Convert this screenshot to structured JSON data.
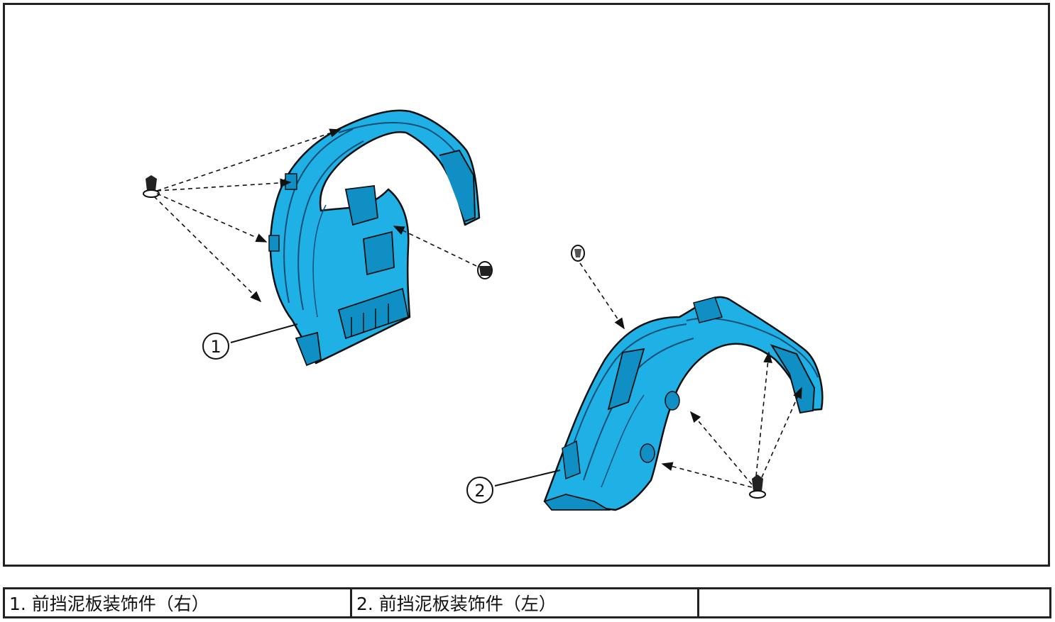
{
  "diagram": {
    "callouts": [
      {
        "number": "1"
      },
      {
        "number": "2"
      }
    ],
    "part_color": "#1fb0e6",
    "part_shade_color": "#0f8fc4",
    "line_color": "#111111"
  },
  "legend": {
    "items": [
      {
        "text": "1. 前挡泥板装饰件（右）"
      },
      {
        "text": "2. 前挡泥板装饰件（左）"
      },
      {
        "text": ""
      }
    ]
  }
}
